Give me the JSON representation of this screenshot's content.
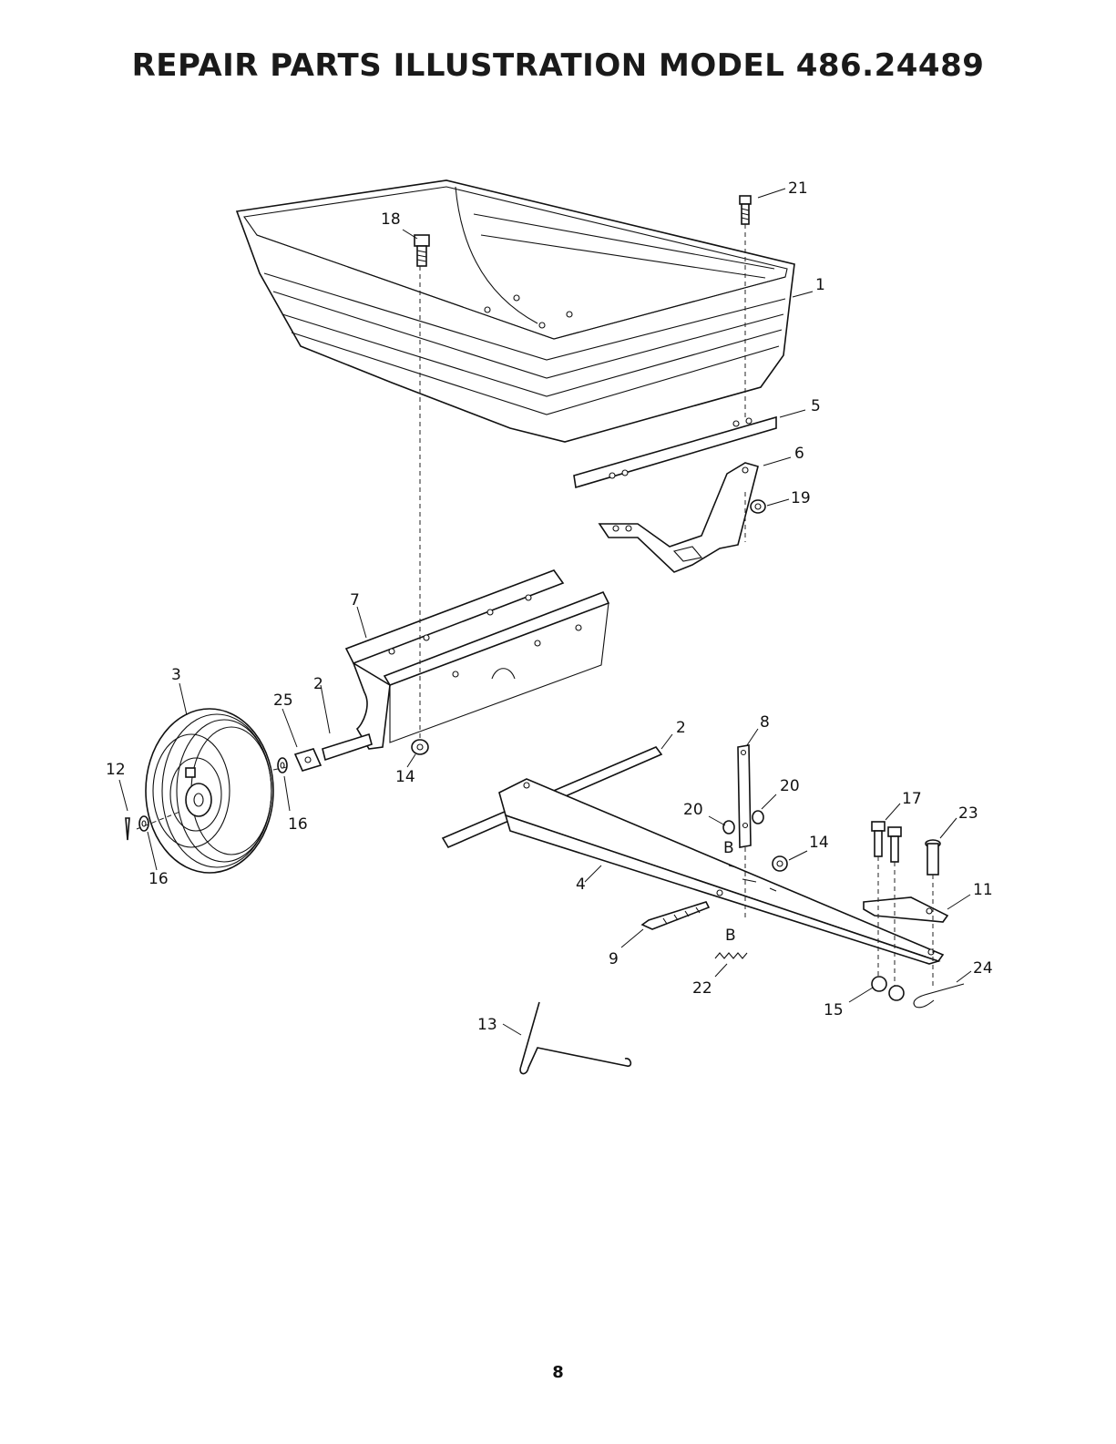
{
  "title": "REPAIR PARTS ILLUSTRATION MODEL 486.24489",
  "page_number": "8",
  "callouts": {
    "c1": "1",
    "c2a": "2",
    "c2b": "2",
    "c3": "3",
    "c4": "4",
    "c5": "5",
    "c6": "6",
    "c7": "7",
    "c8": "8",
    "c9": "9",
    "c11": "11",
    "c12": "12",
    "c13": "13",
    "c14a": "14",
    "c14b": "14",
    "c15": "15",
    "c16a": "16",
    "c16b": "16",
    "c17": "17",
    "c18": "18",
    "c19": "19",
    "c20a": "20",
    "c20b": "20",
    "c21": "21",
    "c22": "22",
    "c23": "23",
    "c24": "24",
    "c25": "25",
    "cBa": "B",
    "cBb": "B"
  }
}
